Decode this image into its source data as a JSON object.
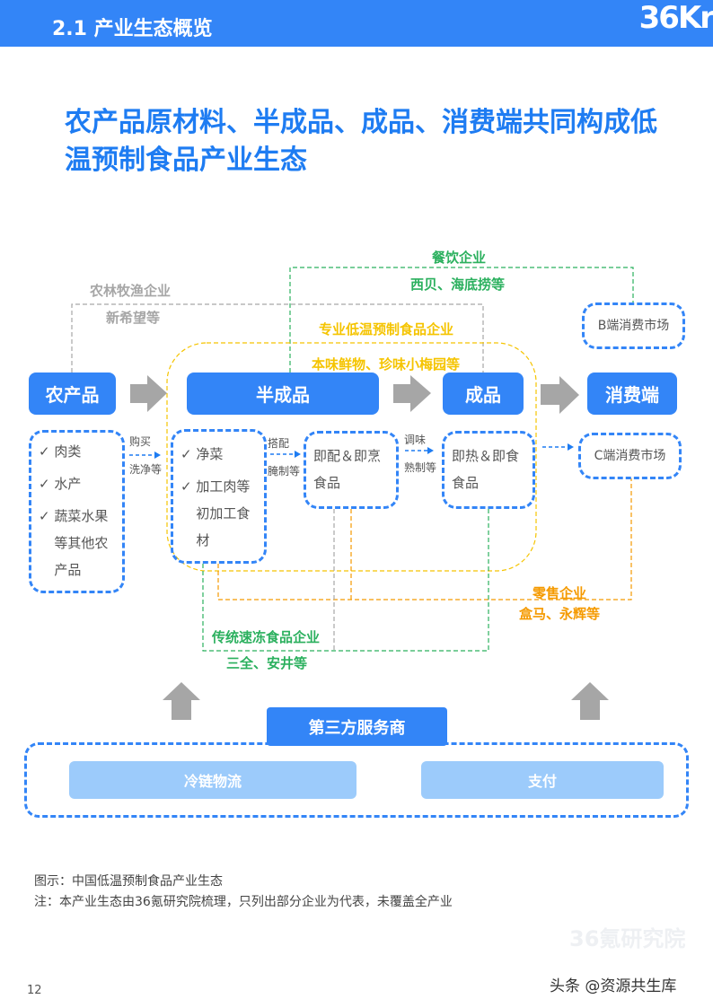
{
  "header": {
    "section": "2.1 产业生态概览",
    "logo": "36Kr"
  },
  "title": "农产品原材料、半成品、成品、消费端共同构成低温预制食品产业生态",
  "stages": {
    "farm": "农产品",
    "semi": "半成品",
    "finished": "成品",
    "consumer": "消费端"
  },
  "farm_items": [
    "肉类",
    "水产",
    "蔬菜水果等其他农产品"
  ],
  "semi_items": [
    "净菜",
    "加工肉等初加工食材"
  ],
  "semi_ready": "即配＆即烹食品",
  "finished_items": "即热＆即食食品",
  "b_market": "B端消费市场",
  "c_market": "C端消费市场",
  "edges": {
    "buy": "购买",
    "wash": "洗净等",
    "match": "搭配",
    "marinate": "腌制等",
    "season": "调味",
    "cook": "熟制等"
  },
  "groups": {
    "agri": {
      "name": "农林牧渔企业",
      "ex": "新希望等",
      "color": "#a6a6a6"
    },
    "catering": {
      "name": "餐饮企业",
      "ex": "西贝、海底捞等",
      "color": "#2bb05e"
    },
    "special": {
      "name": "专业低温预制食品企业",
      "ex": "本味鲜物、珍味小梅园等",
      "color": "#f5c400"
    },
    "retail": {
      "name": "零售企业",
      "ex": "盒马、永辉等",
      "color": "#f59a00"
    },
    "frozen": {
      "name": "传统速冻食品企业",
      "ex": "三全、安井等",
      "color": "#2bb05e"
    }
  },
  "services": {
    "title": "第三方服务商",
    "items": [
      "冷链物流",
      "支付"
    ]
  },
  "notes": [
    "图示：中国低温预制食品产业生态",
    "注：本产业生态由36氪研究院梳理，只列出部分企业为代表，未覆盖全产业"
  ],
  "watermark": "36氪研究院",
  "credit": "头条 @资源共生库",
  "page_number": "12",
  "check_icon": "check-icon"
}
